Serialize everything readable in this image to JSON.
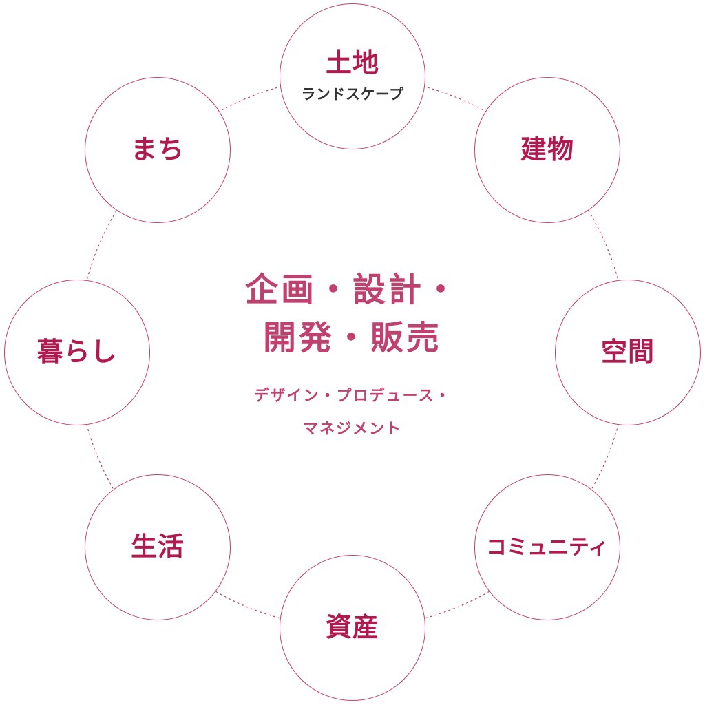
{
  "center": {
    "title_line1": "企画・設計・",
    "title_line2": "開発・販売",
    "subtitle_line1": "デザイン・プロデュース・",
    "subtitle_line2": "マネジメント"
  },
  "nodes": {
    "land": {
      "label": "土地",
      "sublabel": "ランドスケープ"
    },
    "building": {
      "label": "建物"
    },
    "space": {
      "label": "空間"
    },
    "community": {
      "label": "コミュニティ"
    },
    "assets": {
      "label": "資産"
    },
    "life": {
      "label": "生活"
    },
    "living": {
      "label": "暮らし"
    },
    "town": {
      "label": "まち"
    }
  },
  "colors": {
    "accent": "#b1194f",
    "circle_border": "#c0416f",
    "connector": "#c0416f",
    "sublabel": "#333333",
    "background": "#ffffff"
  }
}
